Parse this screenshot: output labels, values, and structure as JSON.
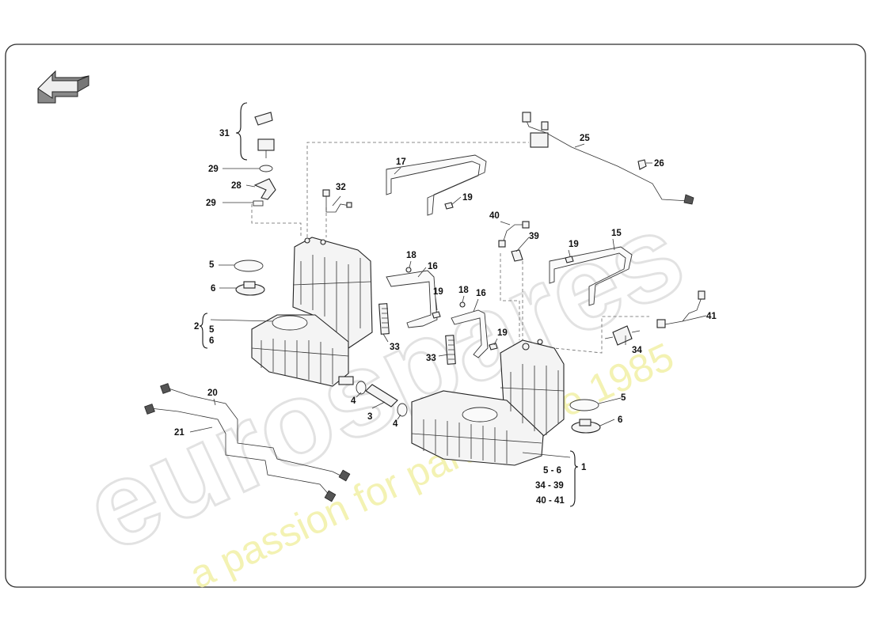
{
  "watermark": {
    "logo_text": "eurospares",
    "tagline": "a passion for parts since 1985",
    "logo_color": "#d4d4d4",
    "tagline_color": "#f2f0a6"
  },
  "nav": {
    "back_icon": "back-arrow-icon"
  },
  "callouts": {
    "c1": "1",
    "c2": "2",
    "c3": "3",
    "c4a": "4",
    "c4b": "4",
    "c5a": "5",
    "c5b": "5",
    "c6a": "6",
    "c6b": "6",
    "c15": "15",
    "c16a": "16",
    "c16b": "16",
    "c17": "17",
    "c18a": "18",
    "c18b": "18",
    "c19a": "19",
    "c19b": "19",
    "c19c": "19",
    "c19d": "19",
    "c20": "20",
    "c21": "21",
    "c25": "25",
    "c26": "26",
    "c28": "28",
    "c29a": "29",
    "c29b": "29",
    "c31": "31",
    "c32": "32",
    "c33a": "33",
    "c33b": "33",
    "c34": "34",
    "c39": "39",
    "c40": "40",
    "c41": "41"
  },
  "group_2": {
    "items": [
      "5",
      "6"
    ]
  },
  "group_1": {
    "items": [
      "5 - 6",
      "34 - 39",
      "40 - 41"
    ]
  }
}
